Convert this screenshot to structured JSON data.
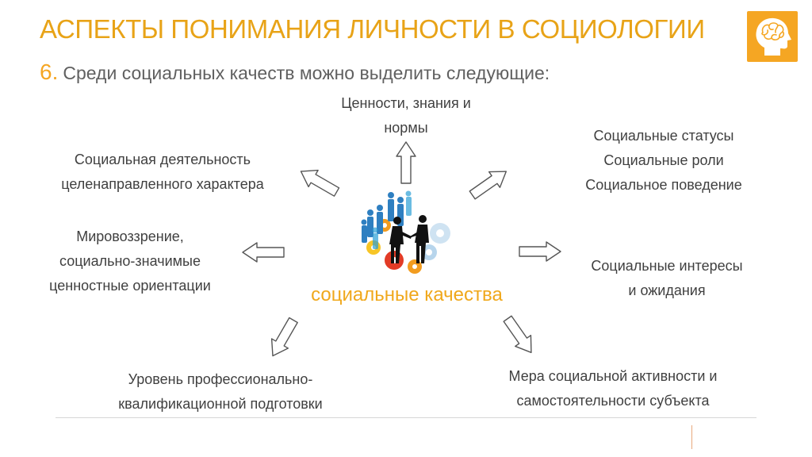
{
  "colors": {
    "accent": "#F5A623",
    "title": "#E8A317",
    "center_label": "#F0A81C",
    "text": "#404040",
    "arrow_stroke": "#555555"
  },
  "slide": {
    "title": "АСПЕКТЫ ПОНИМАНИЯ ЛИЧНОСТИ В СОЦИОЛОГИИ",
    "subtitle_number": "6.",
    "subtitle_text": "Среди социальных качеств можно выделить следующие:",
    "logo_icon": "head-brain-icon",
    "center_icon": "business-people-gears-icon"
  },
  "center_label": "социальные качества",
  "labels": {
    "top": [
      "Ценности, знания и",
      "нормы"
    ],
    "top_left": [
      "Социальная деятельность",
      "целенаправленного характера"
    ],
    "top_right": [
      "Социальные статусы",
      "Социальные роли",
      "Социальное поведение"
    ],
    "left": [
      "Мировоззрение,",
      "социально-значимые",
      "ценностные ориентации"
    ],
    "right": [
      "Социальные интересы",
      "и ожидания"
    ],
    "bottom_left": [
      "Уровень профессионально-",
      "квалификационной подготовки"
    ],
    "bottom_right": [
      "Мера социальной активности и",
      "самостоятельности субъекта"
    ]
  }
}
